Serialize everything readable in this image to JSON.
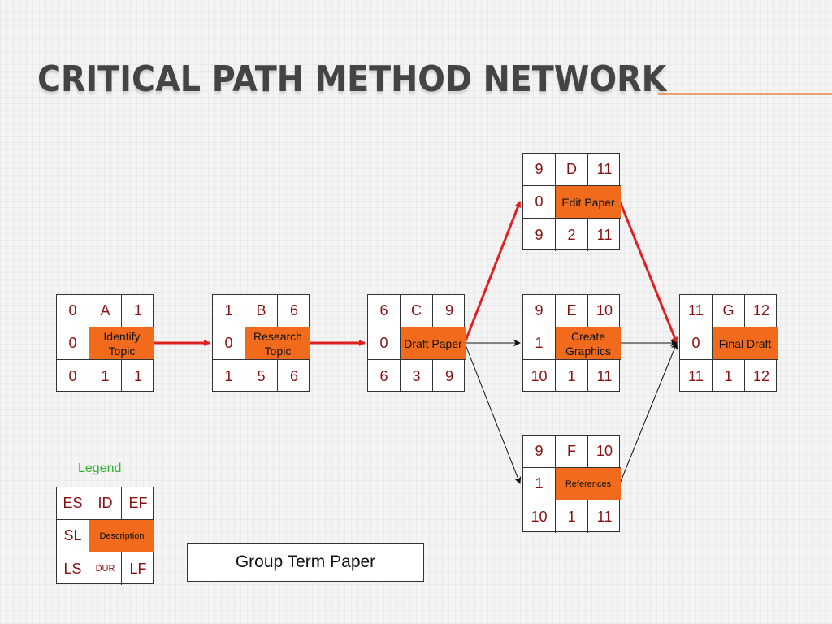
{
  "title": "CRITICAL PATH METHOD NETWORK",
  "legend_title": "Legend",
  "caption": "Group Term Paper",
  "colors": {
    "critical_arrow": "#e02020",
    "description_fill": "#f26b1d",
    "cell_text": "#8b1010",
    "legend_text": "#2cb52c"
  },
  "nodes": {
    "A": {
      "es": "0",
      "id": "A",
      "ef": "1",
      "sl": "0",
      "desc": "Identify Topic",
      "ls": "0",
      "dur": "1",
      "lf": "1"
    },
    "B": {
      "es": "1",
      "id": "B",
      "ef": "6",
      "sl": "0",
      "desc": "Research Topic",
      "ls": "1",
      "dur": "5",
      "lf": "6"
    },
    "C": {
      "es": "6",
      "id": "C",
      "ef": "9",
      "sl": "0",
      "desc": "Draft Paper",
      "ls": "6",
      "dur": "3",
      "lf": "9"
    },
    "D": {
      "es": "9",
      "id": "D",
      "ef": "11",
      "sl": "0",
      "desc": "Edit Paper",
      "ls": "9",
      "dur": "2",
      "lf": "11"
    },
    "E": {
      "es": "9",
      "id": "E",
      "ef": "10",
      "sl": "1",
      "desc": "Create Graphics",
      "ls": "10",
      "dur": "1",
      "lf": "11"
    },
    "F": {
      "es": "9",
      "id": "F",
      "ef": "10",
      "sl": "1",
      "desc": "References",
      "ls": "10",
      "dur": "1",
      "lf": "11"
    },
    "G": {
      "es": "11",
      "id": "G",
      "ef": "12",
      "sl": "0",
      "desc": "Final Draft",
      "ls": "11",
      "dur": "1",
      "lf": "12"
    },
    "legend": {
      "es": "ES",
      "id": "ID",
      "ef": "EF",
      "sl": "SL",
      "desc": "Description",
      "ls": "LS",
      "dur": "DUR",
      "lf": "LF"
    }
  },
  "edges": [
    {
      "from": "A",
      "to": "B",
      "critical": true
    },
    {
      "from": "B",
      "to": "C",
      "critical": true
    },
    {
      "from": "C",
      "to": "D",
      "critical": true
    },
    {
      "from": "C",
      "to": "E",
      "critical": false
    },
    {
      "from": "C",
      "to": "F",
      "critical": false
    },
    {
      "from": "D",
      "to": "G",
      "critical": true
    },
    {
      "from": "E",
      "to": "G",
      "critical": false
    },
    {
      "from": "F",
      "to": "G",
      "critical": false
    }
  ]
}
